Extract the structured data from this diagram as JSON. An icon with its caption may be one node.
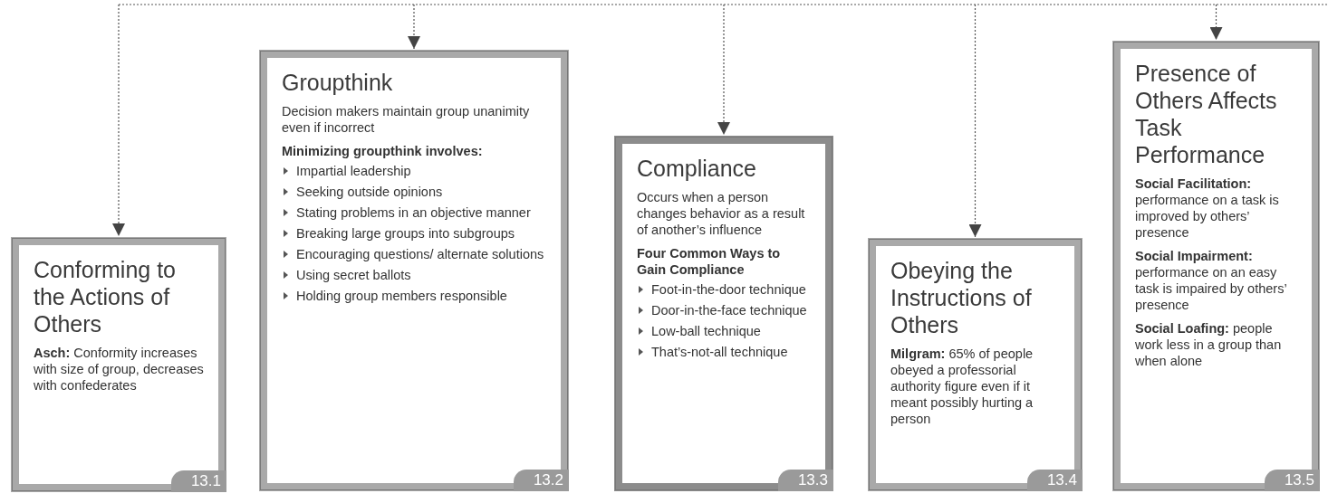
{
  "diagram": {
    "nodes": [
      {
        "text": [
          "Conforming to the Actions of Others",
          "**Asch:** Conformity increases with size of group, decreases with confederates",
          "13.1"
        ]
      },
      {
        "text": [
          "Groupthink",
          "Decision makers maintain group unanimity even if incorrect",
          "Minimizing groupthink involves:",
          "Impartial leadership",
          "Seeking outside opinions",
          "Stating problems in an objective manner",
          "Breaking large groups into subgroups",
          "Encouraging questions/ alternate solutions",
          "Using secret ballots",
          "Holding group members responsible",
          "13.2"
        ]
      },
      {
        "text": [
          "Compliance",
          "Occurs when a person changes behavior as a result of another’s influence",
          "Four Common Ways to Gain Compliance",
          "Foot-in-the-door technique",
          "Door-in-the-face technique",
          "Low-ball technique",
          "That’s-not-all technique",
          "13.3"
        ]
      },
      {
        "text": [
          "Obeying the Instructions of Others",
          "**Milgram:** 65% of people obeyed a professorial authority figure even if it meant possibly hurting a person",
          "13.4"
        ]
      },
      {
        "text": [
          "Presence of Others Affects Task Performance",
          "**Social Facilitation:** performance on a task is improved by others’ presence",
          "**Social Impairment:** performance on an easy task is impaired by others’ presence",
          "**Social Loafing:** people work less in a group than when alone",
          "13.5"
        ]
      }
    ],
    "edges": [
      {
        "from": null,
        "to": 0,
        "arrow": "to",
        "style": "dashed"
      },
      {
        "from": null,
        "to": 1,
        "arrow": "to",
        "style": "dashed"
      },
      {
        "from": null,
        "to": 2,
        "arrow": "to",
        "style": "dashed"
      },
      {
        "from": null,
        "to": 3,
        "arrow": "to",
        "style": "dashed"
      },
      {
        "from": null,
        "to": 4,
        "arrow": "to",
        "style": "dashed"
      }
    ]
  }
}
